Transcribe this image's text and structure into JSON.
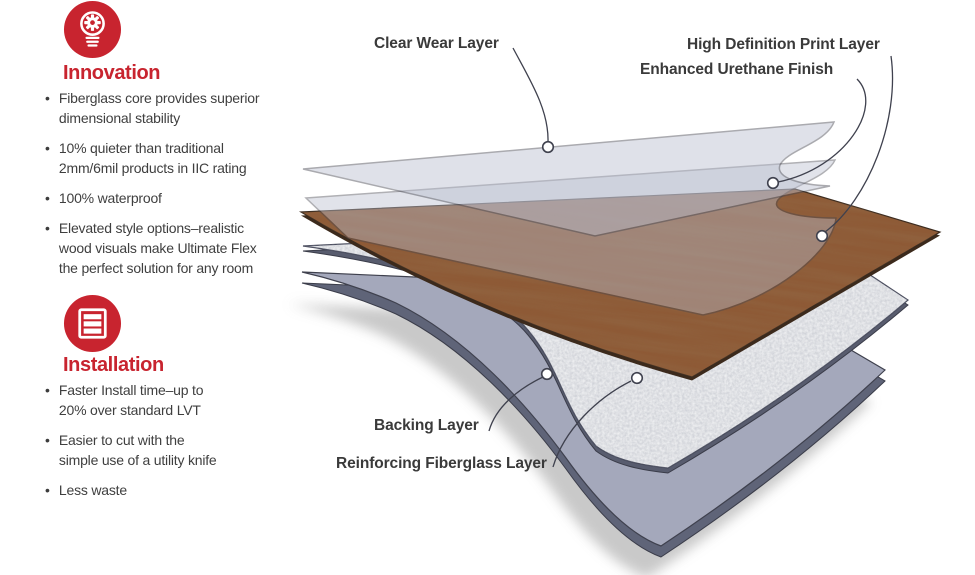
{
  "theme": {
    "accent": "#C8242F",
    "wood": "#8E5A36",
    "sheet": "#B9BECF",
    "fiberglass": "#EDEEF0",
    "backing": "#A4A8BB",
    "outline": "#3F414E"
  },
  "sidebar": {
    "sections": [
      {
        "title": "Innovation",
        "icon": "lightbulb-gear-icon",
        "bullets": [
          "Fiberglass core provides superior\ndimensional stability",
          "10% quieter than traditional\n2mm/6mil products in IIC rating",
          "100% waterproof",
          "Elevated style options–realistic\nwood visuals make Ultimate Flex\nthe perfect solution for any room"
        ]
      },
      {
        "title": "Installation",
        "icon": "stacked-layers-icon",
        "bullets": [
          "Faster Install time–up to\n20% over standard LVT",
          "Easier to cut with the\nsimple use of a utility knife",
          "Less waste"
        ]
      }
    ]
  },
  "diagram": {
    "labels": [
      {
        "text": "Clear Wear Layer"
      },
      {
        "text": "High Definition Print Layer"
      },
      {
        "text": "Enhanced Urethane Finish"
      },
      {
        "text": "Backing Layer"
      },
      {
        "text": "Reinforcing Fiberglass Layer"
      }
    ]
  }
}
